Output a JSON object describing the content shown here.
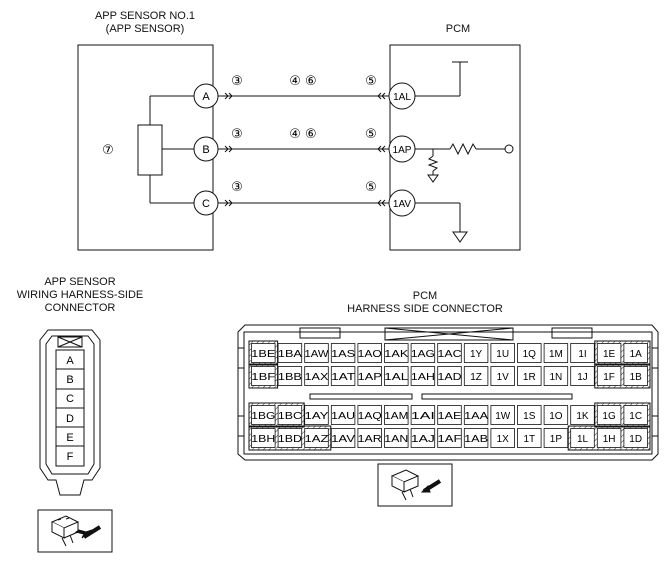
{
  "app_sensor_title_line1": "APP SENSOR NO.1",
  "app_sensor_title_line2": "(APP SENSOR)",
  "pcm_title": "PCM",
  "sensor_number": "⑦",
  "sensor_pins": [
    "A",
    "B",
    "C"
  ],
  "pcm_pins": [
    "1AL",
    "1AP",
    "1AV"
  ],
  "wire_marks": {
    "left": [
      "③",
      "③",
      "③"
    ],
    "middle": [
      "④ ⑥",
      "④ ⑥"
    ],
    "right": [
      "⑤",
      "⑤",
      "⑤"
    ]
  },
  "app_connector_label_line1": "APP SENSOR",
  "app_connector_label_line2": "WIRING HARNESS-SIDE",
  "app_connector_label_line3": "CONNECTOR",
  "app_connector_terminals": [
    "A",
    "B",
    "C",
    "D",
    "E",
    "F"
  ],
  "pcm_connector_label_line1": "PCM",
  "pcm_connector_label_line2": "HARNESS SIDE CONNECTOR",
  "pcm_connector_rows": [
    [
      "1BE",
      "1BA",
      "1AW",
      "1AS",
      "1AO",
      "1AK",
      "1AG",
      "1AC",
      "1Y",
      "1U",
      "1Q",
      "1M",
      "1I",
      "1E",
      "1A"
    ],
    [
      "1BF",
      "1BB",
      "1AX",
      "1AT",
      "1AP",
      "1AL",
      "1AH",
      "1AD",
      "1Z",
      "1V",
      "1R",
      "1N",
      "1J",
      "1F",
      "1B"
    ],
    [
      "1BG",
      "1BC",
      "1AY",
      "1AU",
      "1AQ",
      "1AM",
      "1AI",
      "1AE",
      "1AA",
      "1W",
      "1S",
      "1O",
      "1K",
      "1G",
      "1C"
    ],
    [
      "1BH",
      "1BD",
      "1AZ",
      "1AV",
      "1AR",
      "1AN",
      "1AJ",
      "1AF",
      "1AB",
      "1X",
      "1T",
      "1P",
      "1L",
      "1H",
      "1D"
    ]
  ]
}
